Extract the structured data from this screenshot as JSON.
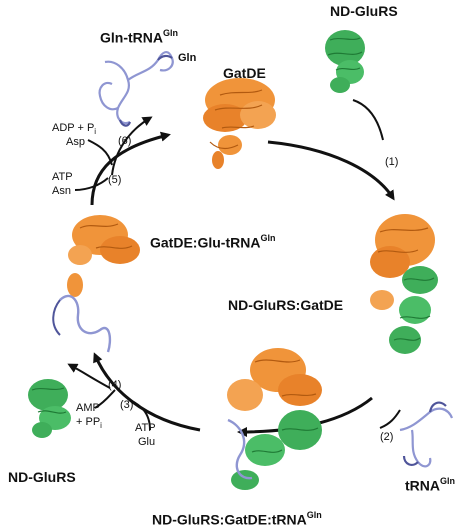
{
  "colors": {
    "gatde": "#f0943a",
    "gatde_dark": "#b25a10",
    "gluRS": "#3fae5a",
    "gluRS_dark": "#1f7a35",
    "trna": "#8f96d2",
    "trna_dark": "#4f559a",
    "arrow": "#111111"
  },
  "labels": {
    "gln_trna": {
      "base": "Gln-tRNA",
      "sup": "Gln"
    },
    "gln_tail": "Gln",
    "gatde": "GatDE",
    "nd_glurs_top": "ND-GluRS",
    "nd_glurs_gatde": "ND-GluRS:GatDE",
    "gatde_glu_trna": {
      "base": "GatDE:Glu-tRNA",
      "sup": "Gln"
    },
    "nd_glurs_left": "ND-GluRS",
    "trna_gln": {
      "base": "tRNA",
      "sup": "Gln"
    },
    "ternary": {
      "base": "ND-GluRS:GatDE:tRNA",
      "sup": "Gln"
    }
  },
  "reagents": {
    "adp_pi": {
      "base": "ADP + P",
      "sub": "i"
    },
    "asp": "Asp",
    "atp_asn_1": "ATP",
    "atp_asn_2": "Asn",
    "amp": "AMP",
    "ppi": {
      "base": "+ PP",
      "sub": "i"
    },
    "atp_glu_1": "ATP",
    "atp_glu_2": "Glu"
  },
  "steps": {
    "s1": "(1)",
    "s2": "(2)",
    "s3": "(3)",
    "s4": "(4)",
    "s5": "(5)",
    "s6": "(6)"
  }
}
